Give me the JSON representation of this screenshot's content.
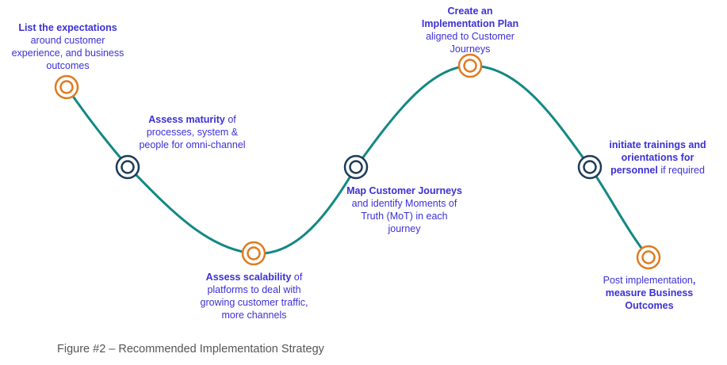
{
  "colors": {
    "curve": "#138883",
    "node_orange": "#e07a1f",
    "node_navy": "#1d3b57",
    "label_text": "#3b30d6",
    "caption_text": "#555555"
  },
  "steps": [
    {
      "id": "s1",
      "node_color": "orange",
      "bold": "List the expectations",
      "text": "around customer experience, and business outcomes"
    },
    {
      "id": "s2",
      "node_color": "navy",
      "bold": "Assess maturity",
      "text": "of processes, system & people for omni-channel"
    },
    {
      "id": "s3",
      "node_color": "orange",
      "bold": "Assess scalability",
      "text": "of platforms to deal with growing customer traffic, more channels"
    },
    {
      "id": "s4",
      "node_color": "navy",
      "bold": "Map Customer Journeys",
      "text": "and identify Moments of Truth (MoT) in each journey"
    },
    {
      "id": "s5",
      "node_color": "orange",
      "bold": "Create an Implementation Plan",
      "text": "aligned to Customer Journeys"
    },
    {
      "id": "s6",
      "node_color": "navy",
      "bold": "initiate trainings and orientations for personnel",
      "text": "if required"
    },
    {
      "id": "s7",
      "node_color": "orange",
      "pre": "Post implementation",
      "comma": ",",
      "bold": "measure Business Outcomes"
    }
  ],
  "caption": "Figure #2 – Recommended Implementation Strategy"
}
